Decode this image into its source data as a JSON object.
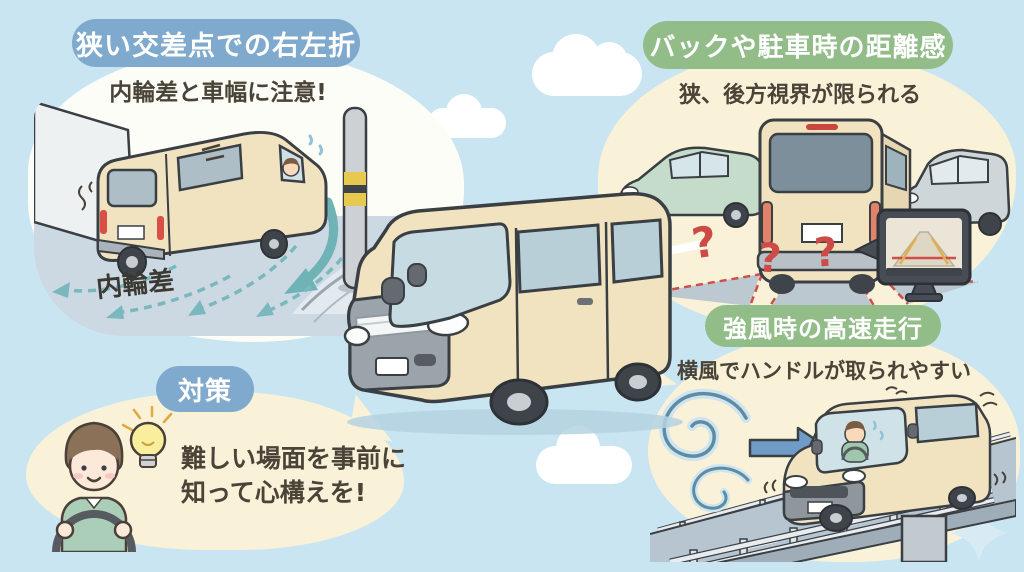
{
  "sections": {
    "narrow_turn": {
      "title": "狭い交差点での右左折",
      "subtitle": "内輪差と車幅に注意!",
      "diagram_label": "内輪差"
    },
    "parking": {
      "title": "バックや駐車時の距離感",
      "subtitle": "狭、後方視界が限られる",
      "question_mark": "?"
    },
    "wind": {
      "title": "強風時の高速走行",
      "subtitle": "横風でハンドルが取られやすい"
    },
    "measures": {
      "title": "対策",
      "message_line1": "難しい場面を事前に",
      "message_line2": "知って心構えを!"
    }
  },
  "colors": {
    "background": "#c9e5f1",
    "cloud_white": "#ffffff",
    "blue_pill": "#80aacd",
    "green_pill": "#92bd88",
    "cream_bubble": "#f9f2d8",
    "white_bubble": "#fdfdf8",
    "text_dark": "#4a4338",
    "accent_teal": "#74b4b8",
    "accent_red": "#cc4b46",
    "van_body": "#f1e3c0"
  }
}
